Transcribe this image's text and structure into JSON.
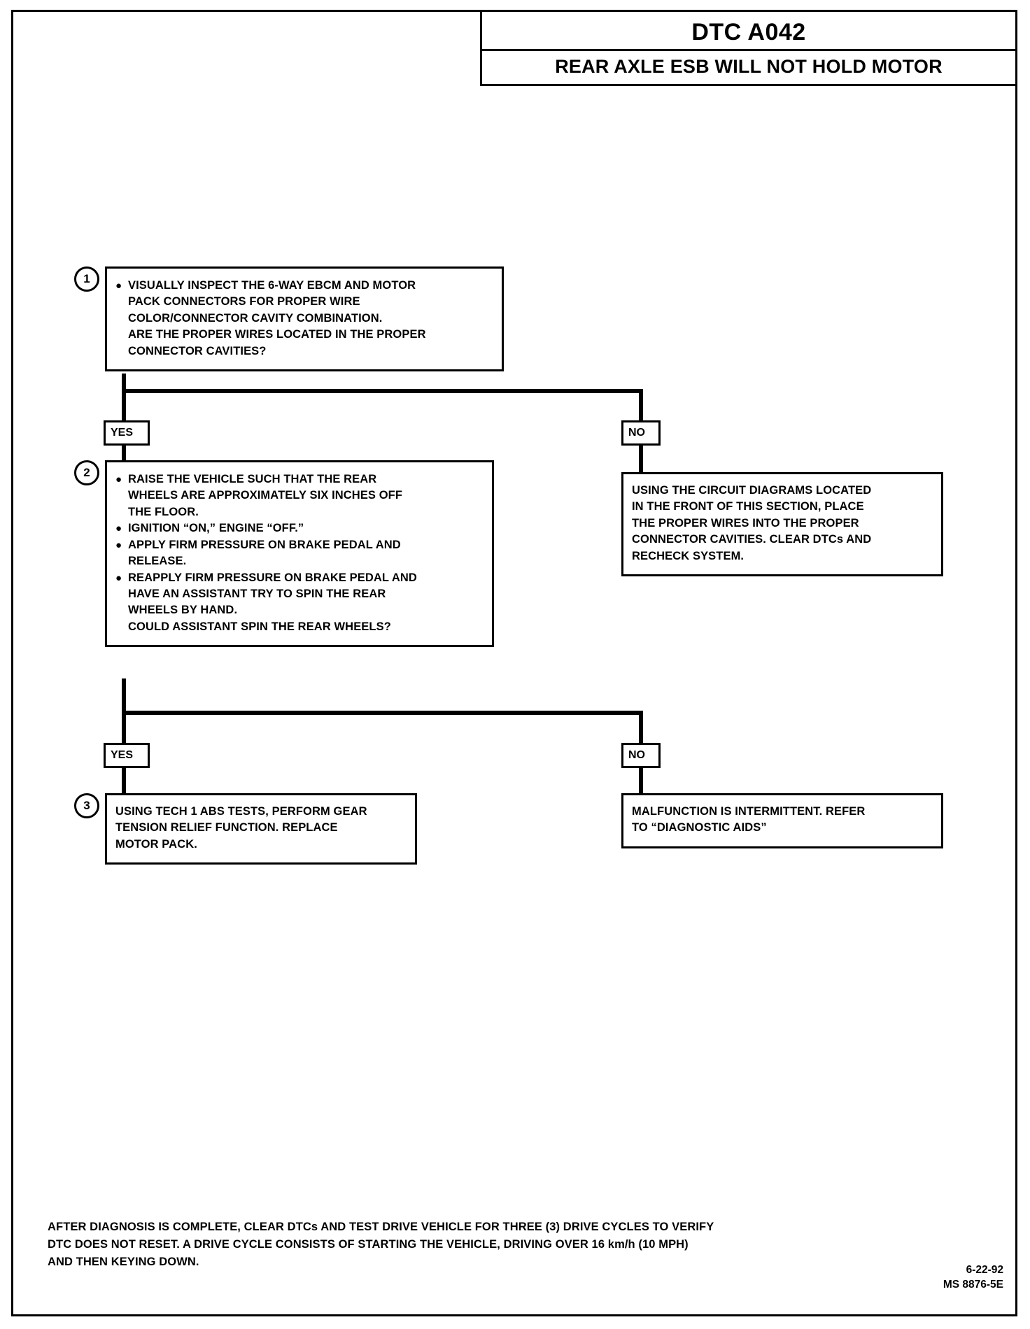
{
  "title": {
    "code": "DTC A042",
    "description": "REAR AXLE ESB WILL NOT HOLD MOTOR"
  },
  "steps": [
    {
      "number": "1",
      "lines": [
        {
          "bullet": true,
          "text": "VISUALLY INSPECT THE 6-WAY EBCM AND MOTOR"
        },
        {
          "bullet": false,
          "text": "PACK CONNECTORS FOR PROPER WIRE"
        },
        {
          "bullet": false,
          "text": "COLOR/CONNECTOR CAVITY COMBINATION."
        },
        {
          "bullet": false,
          "text": "ARE THE PROPER WIRES LOCATED IN THE PROPER"
        },
        {
          "bullet": false,
          "text": "CONNECTOR CAVITIES?"
        }
      ]
    },
    {
      "number": "2",
      "lines": [
        {
          "bullet": true,
          "text": "RAISE THE VEHICLE SUCH THAT THE REAR"
        },
        {
          "bullet": false,
          "text": "WHEELS ARE APPROXIMATELY SIX INCHES OFF"
        },
        {
          "bullet": false,
          "text": "THE FLOOR."
        },
        {
          "bullet": true,
          "text": "IGNITION “ON,” ENGINE “OFF.”"
        },
        {
          "bullet": true,
          "text": "APPLY FIRM PRESSURE ON BRAKE PEDAL AND"
        },
        {
          "bullet": false,
          "text": "RELEASE."
        },
        {
          "bullet": true,
          "text": "REAPPLY FIRM PRESSURE ON BRAKE PEDAL AND"
        },
        {
          "bullet": false,
          "text": "HAVE AN ASSISTANT TRY TO SPIN THE REAR"
        },
        {
          "bullet": false,
          "text": "WHEELS BY HAND."
        },
        {
          "bullet": false,
          "text": "COULD ASSISTANT SPIN THE REAR WHEELS?"
        }
      ]
    },
    {
      "number": "3",
      "lines": [
        {
          "bullet": false,
          "text": "USING TECH 1 ABS TESTS, PERFORM GEAR"
        },
        {
          "bullet": false,
          "text": "TENSION RELIEF FUNCTION.  REPLACE"
        },
        {
          "bullet": false,
          "text": "MOTOR PACK."
        }
      ]
    }
  ],
  "branches": {
    "yes1": "YES",
    "no1": "NO",
    "yes2": "YES",
    "no2": "NO"
  },
  "results": {
    "no1": [
      "USING THE CIRCUIT DIAGRAMS LOCATED",
      "IN THE FRONT OF THIS SECTION, PLACE",
      "THE PROPER WIRES INTO THE PROPER",
      "CONNECTOR CAVITIES.  CLEAR DTCs AND",
      "RECHECK SYSTEM."
    ],
    "no2": [
      "MALFUNCTION IS INTERMITTENT.  REFER",
      "TO “DIAGNOSTIC AIDS”"
    ]
  },
  "footer": {
    "note": [
      "AFTER DIAGNOSIS IS COMPLETE, CLEAR DTCs AND TEST DRIVE VEHICLE FOR THREE (3) DRIVE CYCLES TO VERIFY",
      "DTC DOES NOT RESET.  A DRIVE CYCLE CONSISTS OF STARTING THE VEHICLE, DRIVING OVER 16 km/h (10 MPH)",
      "AND THEN KEYING DOWN."
    ],
    "date": "6-22-92",
    "doc_id": "MS 8876-5E"
  }
}
